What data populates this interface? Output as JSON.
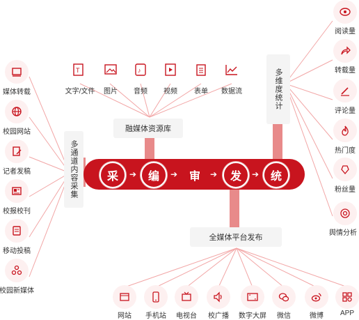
{
  "left_sources": [
    "媒体转载",
    "校园网站",
    "记者发稿",
    "校报校刊",
    "移动投稿",
    "校园新媒体"
  ],
  "top_items": [
    "文字/文件",
    "图片",
    "音频",
    "视频",
    "表单",
    "数据流"
  ],
  "fusion_box": "融媒体资源库",
  "multi_channel": "多通道内容采集",
  "stats_box": "多维度统计",
  "steps": [
    "采",
    "编",
    "审",
    "发",
    "统"
  ],
  "right_items": [
    "阅读量",
    "转载量",
    "评论量",
    "热门度",
    "粉丝量",
    "舆情分析"
  ],
  "publish_box": "全媒体平台发布",
  "bottom_items": [
    "网站",
    "手机站",
    "电视台",
    "校广播",
    "数字大屏",
    "微信",
    "微博",
    "APP"
  ],
  "colors": {
    "accent": "#c8141e",
    "line": "#f0a0a0",
    "icon_bg": "#fdf0f0"
  }
}
